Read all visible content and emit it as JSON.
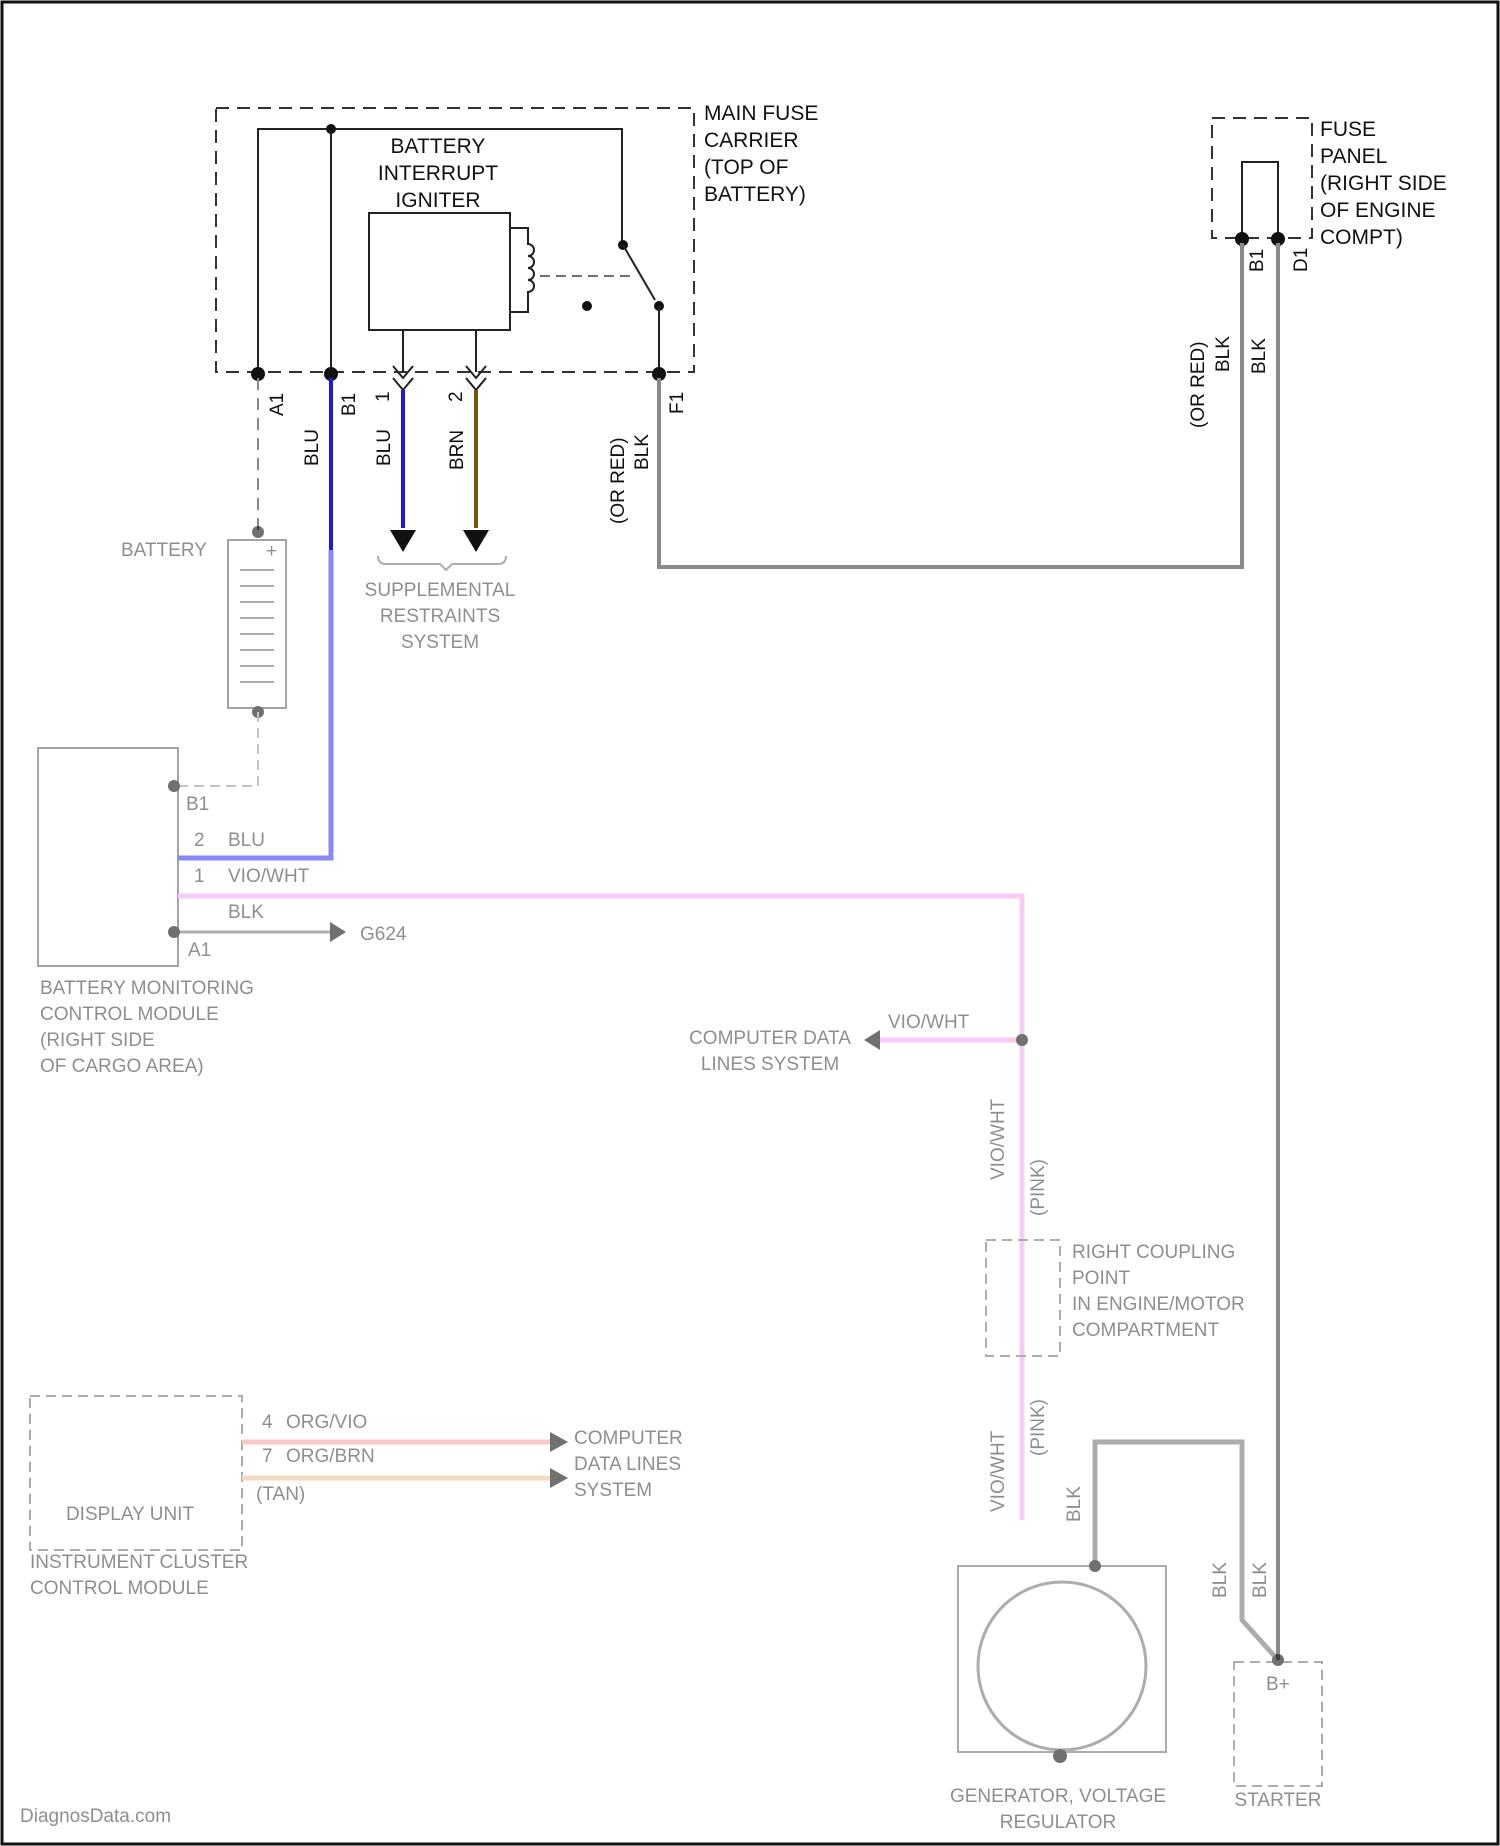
{
  "main_fuse_carrier": {
    "label_lines": [
      "MAIN FUSE",
      "CARRIER",
      "(TOP OF",
      "BATTERY)"
    ],
    "igniter_lines": [
      "BATTERY",
      "INTERRUPT",
      "IGNITER"
    ],
    "pins": {
      "a1": "A1",
      "b1": "B1",
      "p1": "1",
      "p2": "2",
      "f1": "F1"
    }
  },
  "fuse_panel": {
    "label_lines": [
      "FUSE",
      "PANEL",
      "(RIGHT SIDE",
      "OF ENGINE",
      "COMPT)"
    ],
    "pins": {
      "b1": "B1",
      "d1": "D1"
    }
  },
  "wires": {
    "blu_b1": "BLU",
    "blu_1": "BLU",
    "brn_2": "BRN",
    "f1_color": "BLK",
    "f1_alt": "(OR RED)",
    "fp_b1_color": "BLK",
    "fp_b1_alt": "(OR RED)",
    "fp_d1_color": "BLK"
  },
  "battery": {
    "label": "BATTERY",
    "plus": "+"
  },
  "srs": {
    "lines": [
      "SUPPLEMENTAL",
      "RESTRAINTS",
      "SYSTEM"
    ]
  },
  "bmcm": {
    "lines": [
      "BATTERY MONITORING",
      "CONTROL MODULE",
      "(RIGHT SIDE",
      "OF CARGO AREA)"
    ],
    "pin_b1": "B1",
    "pin_2": "2",
    "wire_2": "BLU",
    "pin_1": "1",
    "wire_1": "VIO/WHT",
    "wire_a1": "BLK",
    "pin_a1": "A1",
    "ground": "G624"
  },
  "cdl_right": {
    "lines": [
      "COMPUTER DATA",
      "LINES SYSTEM"
    ],
    "wire": "VIO/WHT"
  },
  "vertical_wire": {
    "color1": "VIO/WHT",
    "color2": "(PINK)"
  },
  "coupling": {
    "lines": [
      "RIGHT COUPLING",
      "POINT",
      "IN ENGINE/MOTOR",
      "COMPARTMENT"
    ]
  },
  "lower_wire": {
    "color1": "VIO/WHT",
    "color2": "(PINK)"
  },
  "instrument_cluster": {
    "display": "DISPLAY UNIT",
    "lines": [
      "INSTRUMENT CLUSTER",
      "CONTROL MODULE"
    ],
    "pin_a": "4",
    "wire_a": "ORG/VIO",
    "pin_b": "7",
    "wire_b": "ORG/BRN",
    "wire_b_alt": "(TAN)"
  },
  "cdl_left": {
    "lines": [
      "COMPUTER",
      "DATA LINES",
      "SYSTEM"
    ]
  },
  "generator": {
    "lines": [
      "GENERATOR, VOLTAGE",
      "REGULATOR"
    ],
    "wire_top": "BLK"
  },
  "starter": {
    "label": "STARTER",
    "pin": "B+",
    "wire_a": "BLK",
    "wire_b": "BLK"
  },
  "watermark": "DiagnosData.com",
  "colors": {
    "blu": "#1a1ad8",
    "brn": "#7a5210",
    "blk": "#8a8a8a",
    "pink": "#f0a8f0",
    "salmon": "#f4a5a0",
    "tan": "#efc29a"
  }
}
